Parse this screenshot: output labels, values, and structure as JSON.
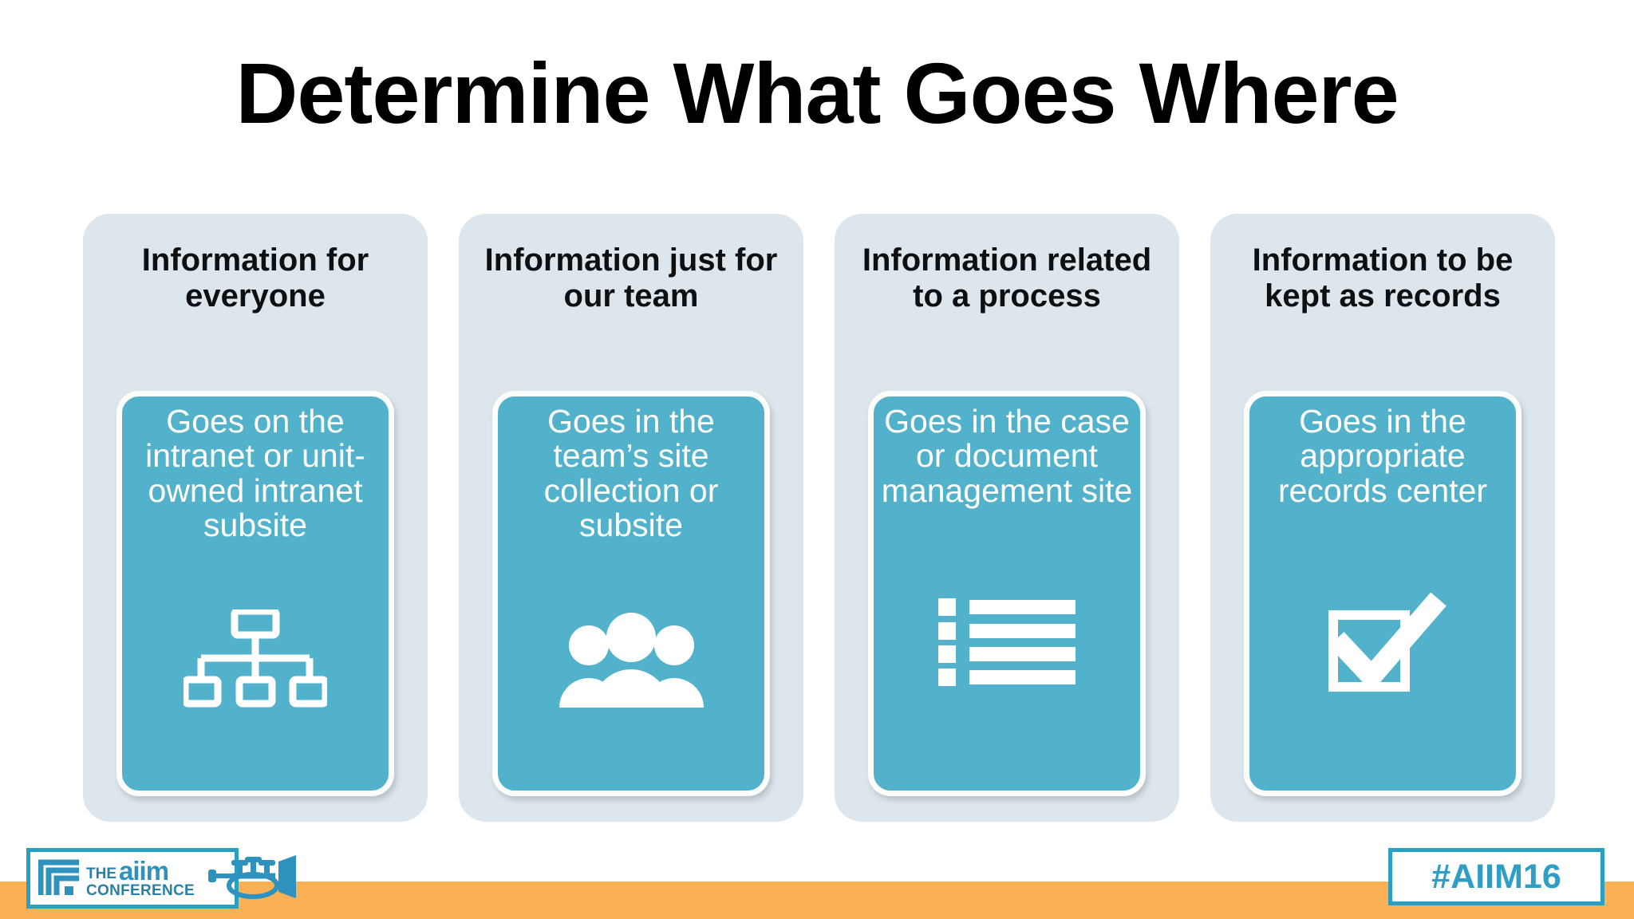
{
  "slide": {
    "title": "Determine What Goes Where"
  },
  "colors": {
    "card_background": "#dde6ed",
    "inner_box": "#52b2cb",
    "inner_box_border": "#fdfdfb",
    "inner_text": "#ffffff",
    "heading_text": "#0d0f11",
    "footer_bar": "#fab155",
    "brand_teal": "#2a9fc4",
    "logo_text": "#2f91bd"
  },
  "cards": [
    {
      "heading": "Information for everyone",
      "body": "Goes on the intranet or unit-owned intranet subsite",
      "icon": "hierarchy-icon",
      "lines": 2
    },
    {
      "heading": "Information just for our team",
      "body": "Goes in the team’s site collection or subsite",
      "icon": "people-group-icon",
      "lines": 2
    },
    {
      "heading": "Information related to a process",
      "body": "Goes in the case or document management site",
      "icon": "bulleted-list-icon",
      "lines": 3
    },
    {
      "heading": "Information to be kept as records",
      "body": "Goes in the appropriate records center",
      "icon": "checked-checkbox-icon",
      "lines": 2
    }
  ],
  "footer": {
    "logo": {
      "the": "THE",
      "aiim": "aiim",
      "conference": "CONFERENCE",
      "mark": "aiim-bars-icon",
      "horn": "trumpet-horn-icon"
    },
    "hashtag": "#AIIM16"
  }
}
